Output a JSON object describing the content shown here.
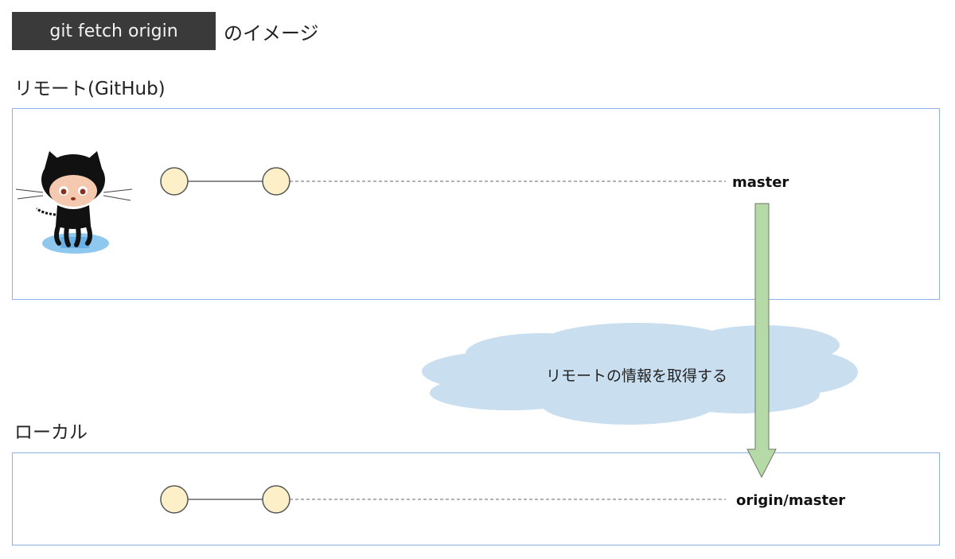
{
  "header": {
    "command": "git fetch origin",
    "suffix": "のイメージ"
  },
  "remote": {
    "label": "リモート(GitHub)",
    "branch": "master",
    "mascot_icon": "github-octocat-icon"
  },
  "action": {
    "label": "リモートの情報を取得する"
  },
  "local": {
    "label": "ローカル",
    "branch": "origin/master"
  },
  "colors": {
    "commit_fill": "#fdf0c8",
    "commit_stroke": "#555555",
    "panel_border": "#8fb0e6",
    "arrow_fill": "#b5d9a7",
    "cloud_fill": "#c9deef",
    "title_bg": "#3a3a3a"
  }
}
